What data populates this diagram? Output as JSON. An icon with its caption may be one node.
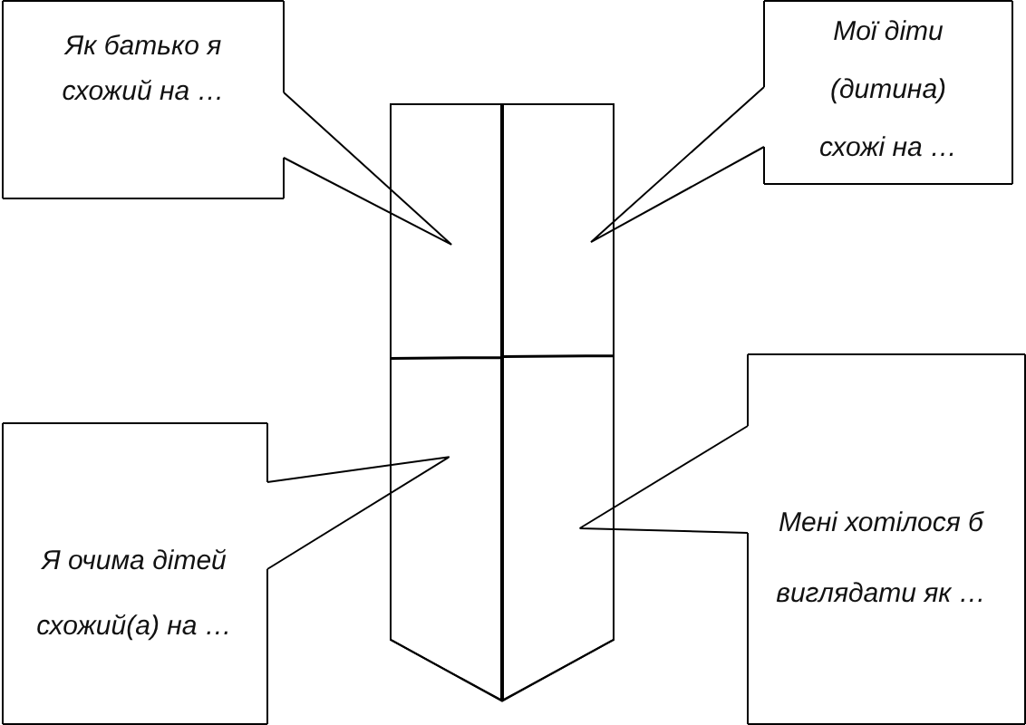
{
  "diagram": {
    "nodes": [
      {
        "text": [
          "Як батько я схожий на …"
        ]
      },
      {
        "text": [
          "Мої діти (дитина) схожі на …"
        ]
      },
      {
        "text": [],
        "shape": "pentagon"
      },
      {
        "text": [],
        "shape": "box",
        "in": 2
      },
      {
        "text": [],
        "shape": "box",
        "in": 2
      },
      {
        "text": [],
        "shape": "box",
        "in": 2
      },
      {
        "text": [],
        "shape": "box",
        "in": 2
      },
      {
        "text": [
          "Я очима дітей схожий(а) на …"
        ]
      },
      {
        "text": [
          "Мені хотілося б виглядати як …"
        ]
      }
    ],
    "edges": [
      {
        "from": 0,
        "to": 3,
        "arrow": "none"
      },
      {
        "from": 1,
        "to": 4,
        "arrow": "none"
      },
      {
        "from": 7,
        "to": 5,
        "arrow": "none"
      },
      {
        "from": 8,
        "to": 6,
        "arrow": "none"
      }
    ]
  }
}
